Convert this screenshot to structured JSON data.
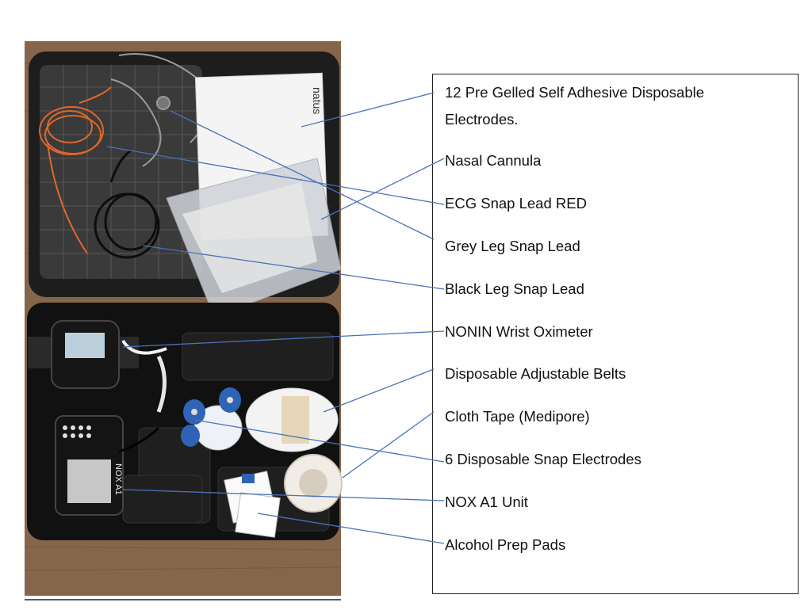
{
  "legend": {
    "labels": [
      "12 Pre Gelled Self Adhesive Disposable Electrodes.",
      "Nasal Cannula",
      "ECG Snap Lead RED",
      "Grey Leg Snap Lead",
      "Black Leg Snap Lead",
      "NONIN Wrist Oximeter",
      "Disposable Adjustable Belts",
      "Cloth Tape (Medipore)",
      "6 Disposable Snap Electrodes",
      "NOX A1 Unit",
      "Alcohol Prep Pads"
    ]
  },
  "photo": {
    "packet_brand": "natus",
    "device_label": "NOX A1"
  },
  "colors": {
    "leader_line": "#4a72b8",
    "case": "#1a1a1a",
    "wood": "#8a6a4a",
    "orange_lead": "#e0672a",
    "blue_electrode": "#2f63b5"
  }
}
